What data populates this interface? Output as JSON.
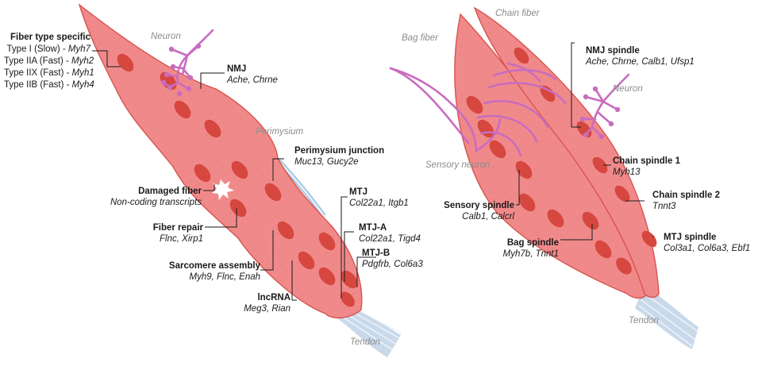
{
  "left_panel": {
    "neuron": "Neuron",
    "perimysium": "Perimysium",
    "tendon": "Tendon",
    "fiber_type": {
      "title": "Fiber type specific",
      "rows": [
        {
          "type": "Type I (Slow) - ",
          "gene": "Myh7"
        },
        {
          "type": "Type IIA (Fast) - ",
          "gene": "Myh2"
        },
        {
          "type": "Type IIX  (Fast) - ",
          "gene": "Myh1"
        },
        {
          "type": "Type IIB (Fast) - ",
          "gene": "Myh4"
        }
      ]
    },
    "nmj": {
      "title": "NMJ",
      "genes": "Ache, Chrne"
    },
    "perimysium_junction": {
      "title": "Perimysium junction",
      "genes": "Muc13, Gucy2e"
    },
    "damaged_fiber": {
      "title": "Damaged fiber",
      "genes": "Non-coding transcripts"
    },
    "fiber_repair": {
      "title": "Fiber repair",
      "genes": "Flnc, Xirp1"
    },
    "sarcomere_assembly": {
      "title": "Sarcomere assembly",
      "genes": "Myh9, Flnc, Enah"
    },
    "lncrna": {
      "title": "lncRNA",
      "genes": "Meg3, Rian"
    },
    "mtj": {
      "title": "MTJ",
      "genes": "Col22a1, Itgb1"
    },
    "mtj_a": {
      "title": "MTJ-A",
      "genes": "Col22a1, Tigd4"
    },
    "mtj_b": {
      "title": "MTJ-B",
      "genes": "Pdgfrb, Col6a3"
    }
  },
  "right_panel": {
    "chain_fiber": "Chain fiber",
    "bag_fiber": "Bag fiber",
    "sensory_neuron": "Sensory neuron",
    "neuron": "Neuron",
    "tendon": "Tendon",
    "nmj_spindle": {
      "title": "NMJ spindle",
      "genes": "Ache, Chrne,  Calb1, Ufsp1"
    },
    "chain_spindle_1": {
      "title": "Chain spindle 1",
      "genes": "Myh13"
    },
    "chain_spindle_2": {
      "title": "Chain spindle 2",
      "genes": "Tnnt3"
    },
    "mtj_spindle": {
      "title": "MTJ spindle",
      "genes": "Col3a1, Col6a3, Ebf1"
    },
    "sensory_spindle": {
      "title": "Sensory spindle",
      "genes": "Calb1, Calcrl"
    },
    "bag_spindle": {
      "title": "Bag spindle",
      "genes": "Myh7b, Tnnt1"
    }
  },
  "colors": {
    "fiber_fill": "#f08a8a",
    "fiber_stroke": "#d9534f",
    "nucleus": "#d6473f",
    "nerve": "#c96cc0",
    "tendon": "#c9d9ea",
    "perimysium": "#9fc3dd"
  }
}
